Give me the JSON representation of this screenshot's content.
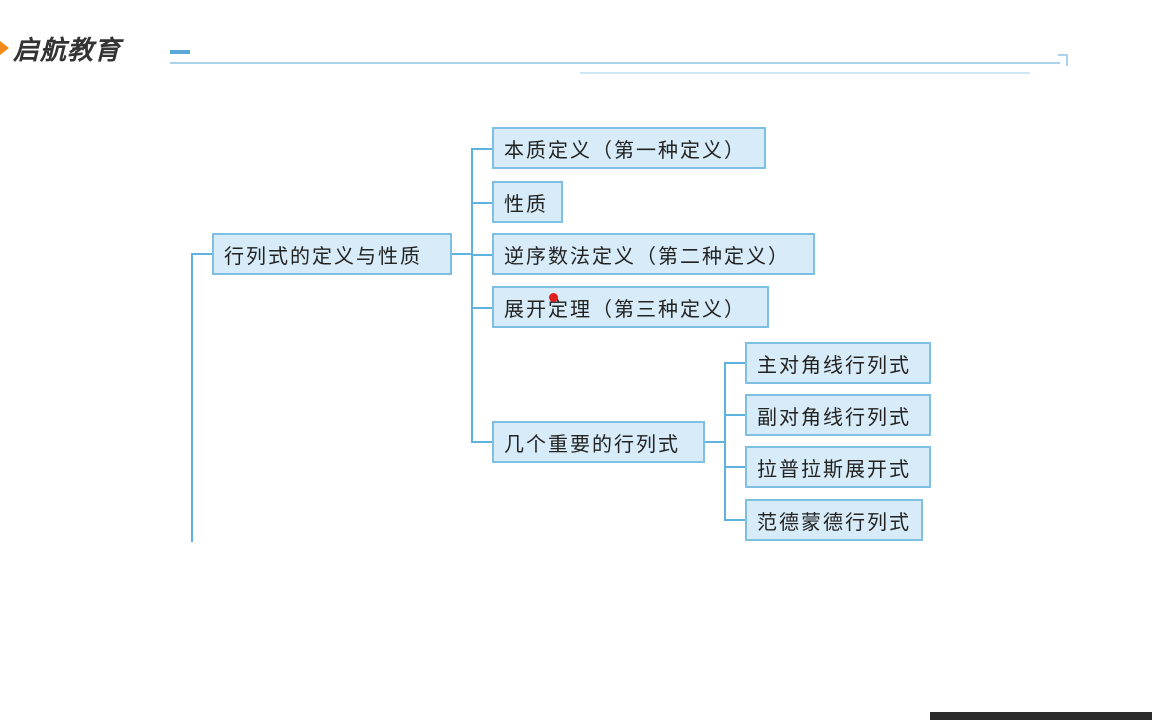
{
  "logo": {
    "text": "启航教育",
    "accent_color": "#f28a1b"
  },
  "diagram": {
    "root": "行列式的定义与性质",
    "branches": [
      "本质定义（第一种定义）",
      "性质",
      "逆序数法定义（第二种定义）",
      "展开定理（第三种定义）",
      "几个重要的行列式"
    ],
    "sub_branches": [
      "主对角线行列式",
      "副对角线行列式",
      "拉普拉斯展开式",
      "范德蒙德行列式"
    ]
  },
  "colors": {
    "node_fill": "#d7ecf8",
    "node_border": "#7ec0e3",
    "connector": "#5eb2de"
  }
}
